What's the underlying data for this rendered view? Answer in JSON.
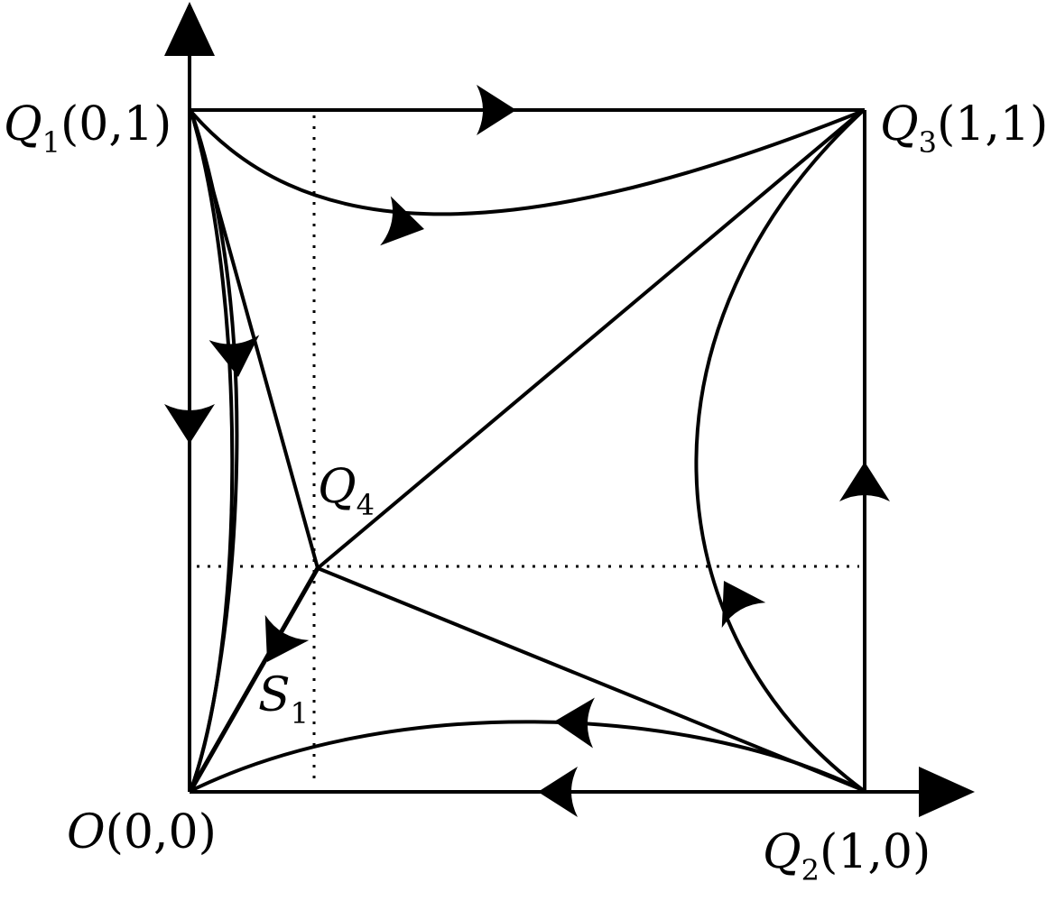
{
  "points": {
    "q1": {
      "name": "Q",
      "sub": "1",
      "coord": "(0,1)"
    },
    "q2": {
      "name": "Q",
      "sub": "2",
      "coord": "(1,0)"
    },
    "q3": {
      "name": "Q",
      "sub": "3",
      "coord": "(1,1)"
    },
    "q4": {
      "name": "Q",
      "sub": "4",
      "coord": ""
    },
    "origin": {
      "name": "O",
      "sub": "",
      "coord": "(0,0)"
    },
    "s1": {
      "name": "S",
      "sub": "1",
      "coord": ""
    }
  },
  "colors": {
    "stroke": "#000000",
    "background": "#ffffff"
  }
}
